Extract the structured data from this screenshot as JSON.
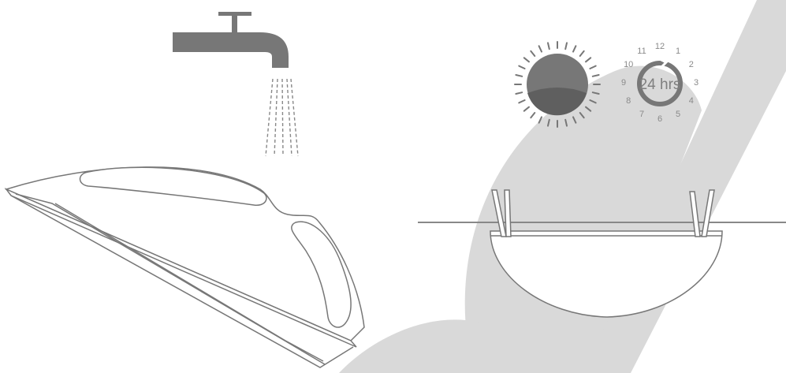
{
  "clock": {
    "numbers": [
      "12",
      "1",
      "2",
      "3",
      "4",
      "5",
      "6",
      "7",
      "8",
      "9",
      "10",
      "11"
    ],
    "center_label": "24 hrs"
  },
  "colors": {
    "icon_gray": "#777777",
    "line_gray": "#888888",
    "watermark": "#d9d9d9",
    "sun_shade": "#5f5f5f"
  },
  "icons": [
    "faucet-icon",
    "water-stream-icon",
    "sun-icon",
    "clock-icon",
    "mop-pad-icon",
    "clothesline-icon",
    "clothespin-icon"
  ]
}
